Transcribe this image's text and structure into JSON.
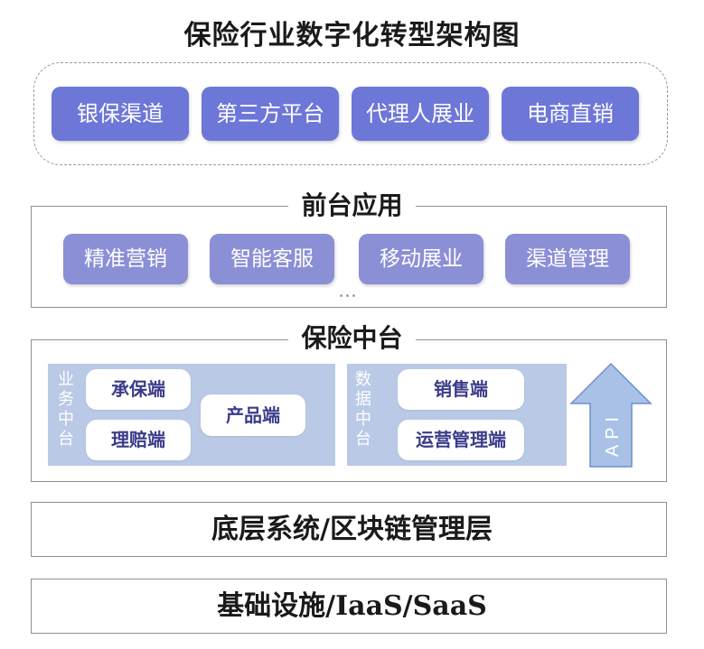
{
  "title": "保险行业数字化转型架构图",
  "channels": [
    "银保渠道",
    "第三方平台",
    "代理人展业",
    "电商直销"
  ],
  "front": {
    "title": "前台应用",
    "items": [
      "精准营销",
      "智能客服",
      "移动展业",
      "渠道管理"
    ],
    "more": "•••"
  },
  "middle": {
    "title": "保险中台",
    "business": {
      "label": "业务中台",
      "items": [
        "承保端",
        "理赔端",
        "产品端"
      ]
    },
    "data": {
      "label": "数据中台",
      "items": [
        "销售端",
        "运营管理端"
      ]
    },
    "api": "API"
  },
  "layers": [
    "底层系统/区块链管理层",
    "基础设施/IaaS/SaaS"
  ],
  "colors": {
    "channel_pill": "#6d77d8",
    "front_pill": "#8b8fd6",
    "panel": "#b9c9e6",
    "arrow": "#a9c1e6"
  }
}
